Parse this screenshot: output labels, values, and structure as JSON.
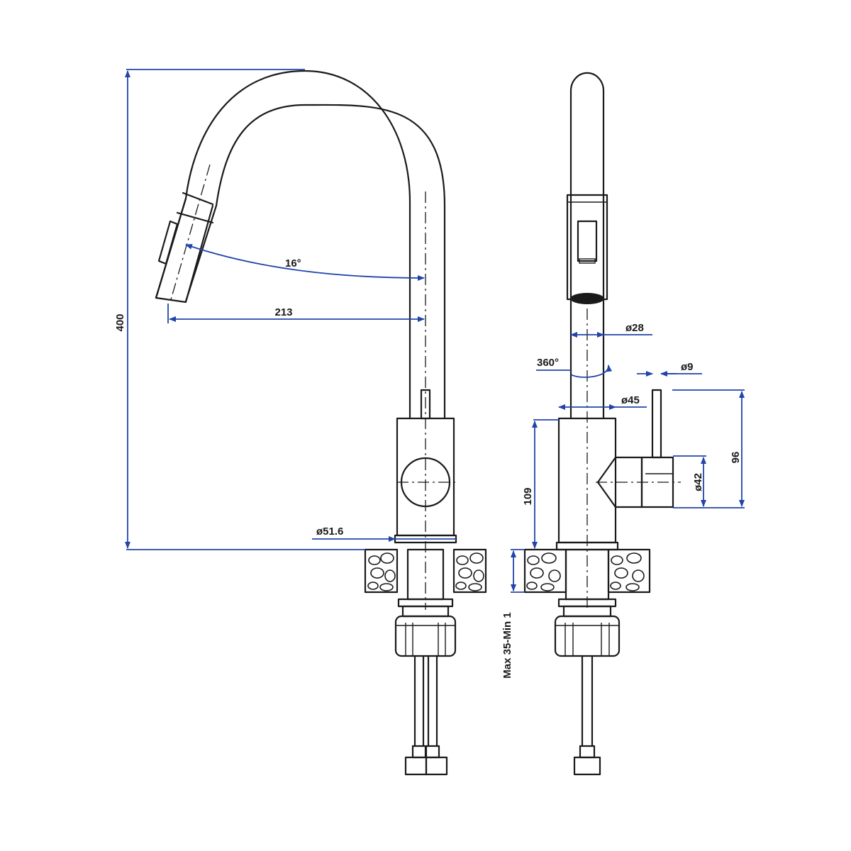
{
  "colors": {
    "outline": "#1a1a1a",
    "dimension": "#2244aa",
    "background": "#ffffff"
  },
  "side_view": {
    "height": "400",
    "reach": "213",
    "pullout_angle": "16°",
    "base_diameter": "ø51.6"
  },
  "front_view": {
    "spout_diameter": "ø28",
    "swivel": "360°",
    "lever_diameter": "ø9",
    "body_diameter": "ø45",
    "body_height": "109",
    "handle_diameter": "ø42",
    "lever_height": "96",
    "deck_thickness": "Max 35-Min 1"
  }
}
